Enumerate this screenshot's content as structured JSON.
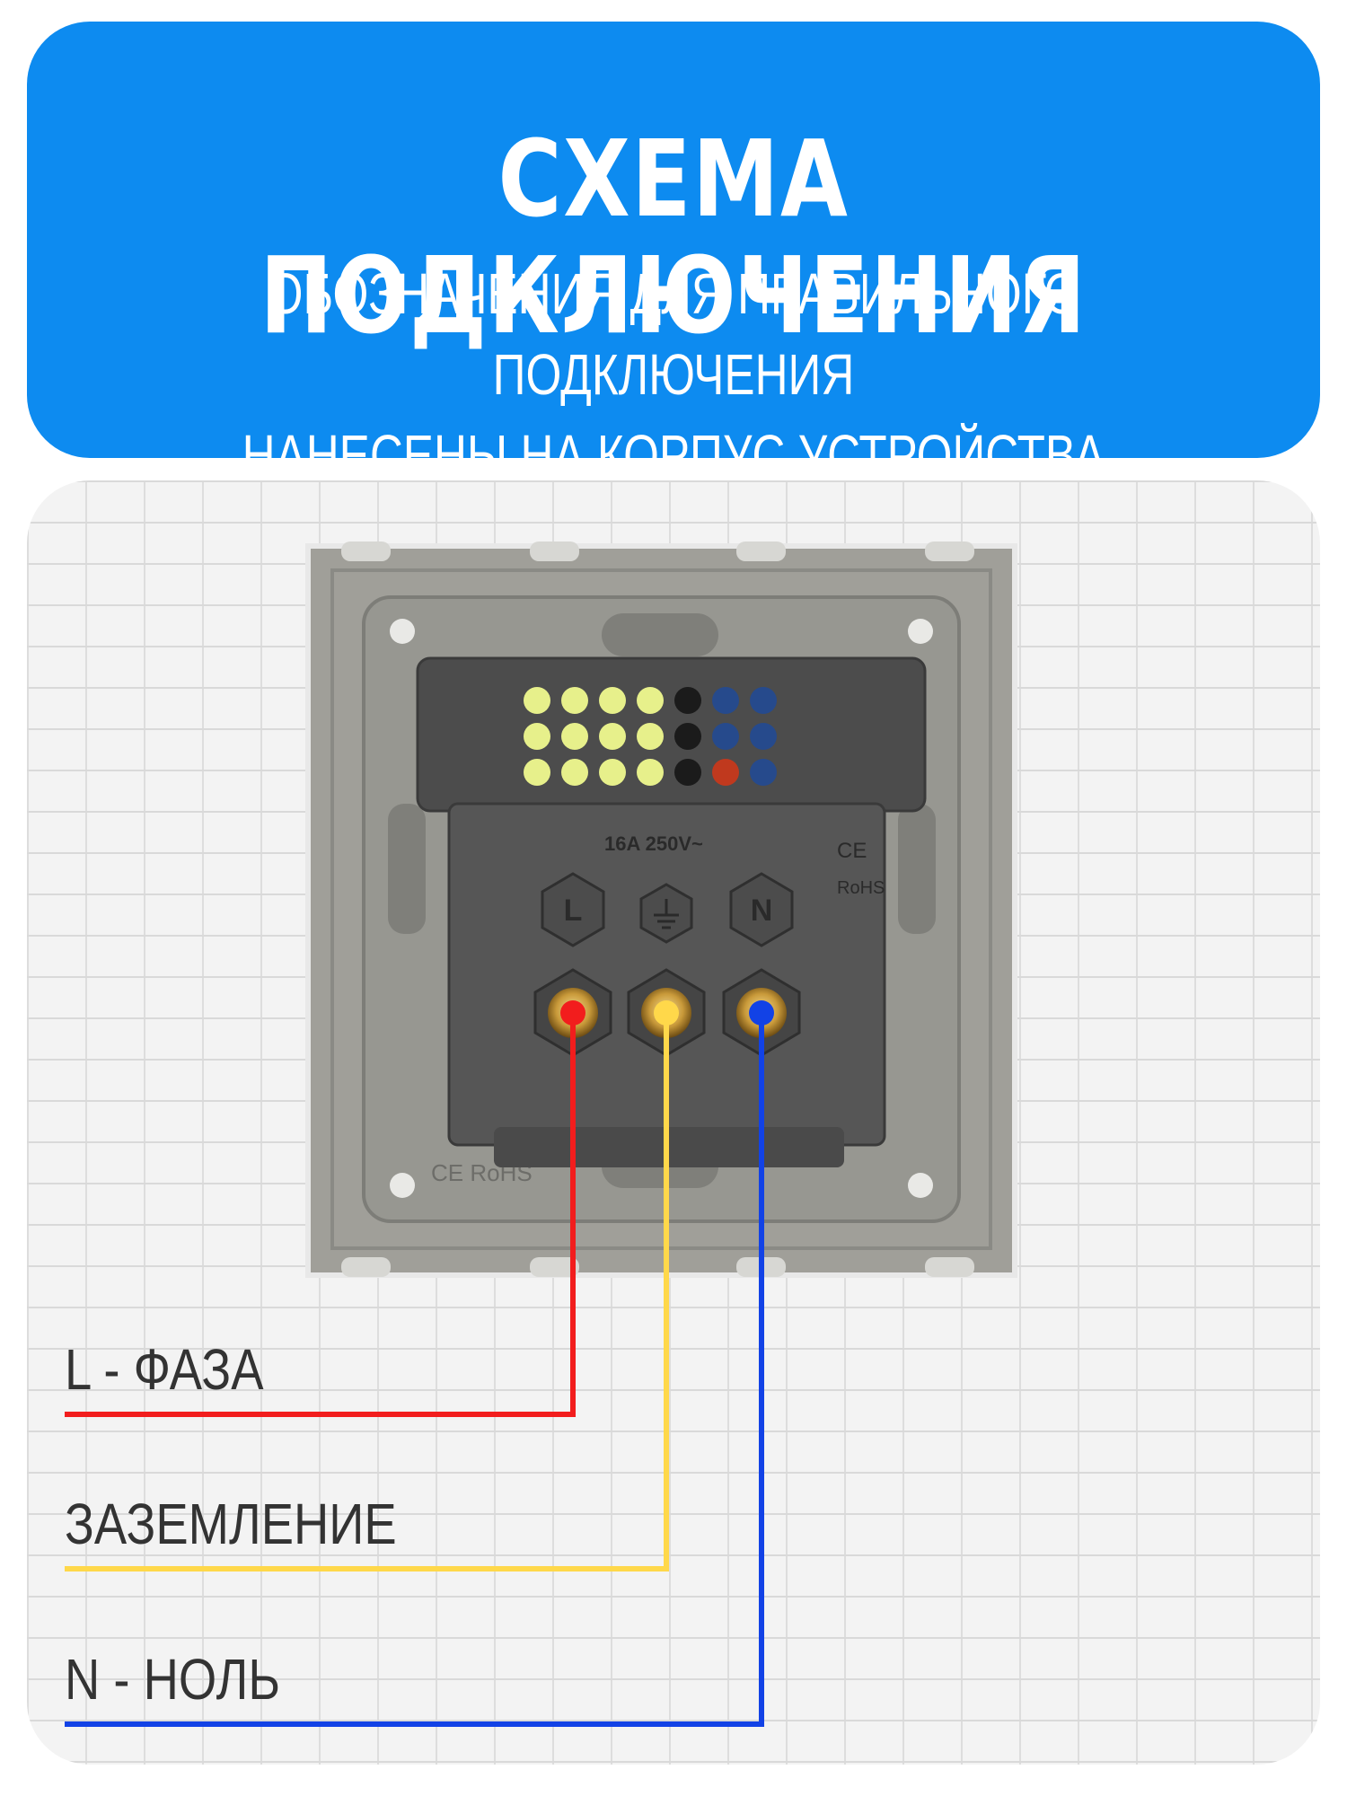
{
  "header": {
    "title": "СХЕМА ПОДКЛЮЧЕНИЯ",
    "subtitle_line1": "ОБОЗНАЧЕНИЯ ДЛЯ ПРАВИЛЬНОГО ПОДКЛЮЧЕНИЯ",
    "subtitle_line2": "НАНЕСЕНЫ НА КОРПУС УСТРОЙСТВА"
  },
  "device": {
    "rating": "16A 250V~",
    "terminal_l": "L",
    "terminal_n": "N",
    "cert_ce": "CE",
    "cert_rohs": "RoHS",
    "cert_bottom": "CE RoHS"
  },
  "wires": [
    {
      "label": "L - ФАЗА",
      "color": "#f21d1d"
    },
    {
      "label": "ЗАЗЕМЛЕНИЕ",
      "color": "#ffd84a"
    },
    {
      "label": "N - НОЛЬ",
      "color": "#1242e6"
    }
  ],
  "colors": {
    "accent": "#0d8bf0",
    "frame": "#9d9d97",
    "module": "#4c4c4c"
  }
}
